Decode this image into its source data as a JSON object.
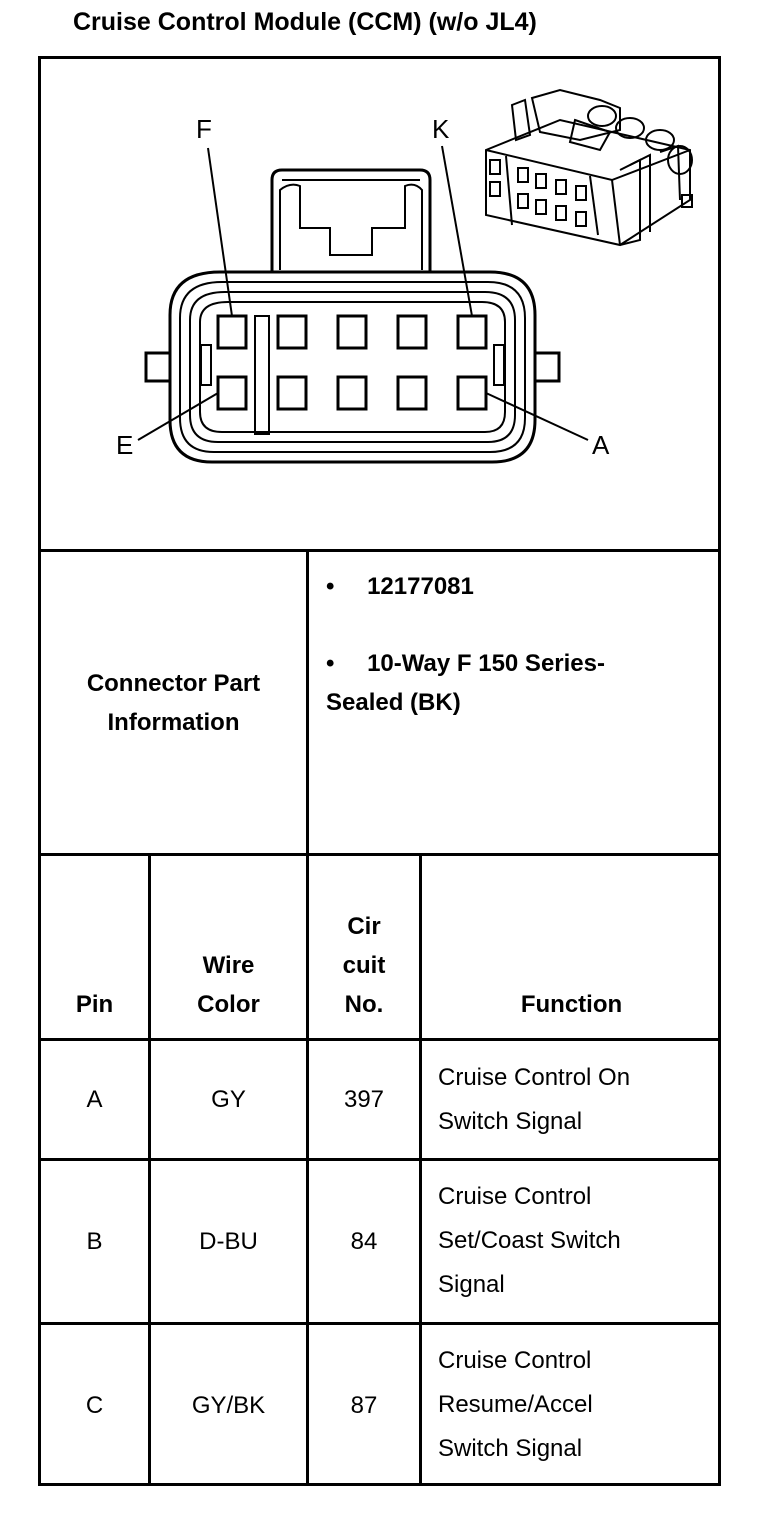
{
  "title": "Cruise Control Module (CCM) (w/o JL4)",
  "diagram": {
    "labels": {
      "f": "F",
      "k": "K",
      "e": "E",
      "a": "A"
    }
  },
  "connector_info": {
    "label_line1": "Connector Part",
    "label_line2": "Information",
    "bullet": "•",
    "part_number": "12177081",
    "desc_line1": "10-Way F 150 Series-",
    "desc_line2": "Sealed (BK)"
  },
  "table": {
    "headers": {
      "pin": "Pin",
      "wire_color": [
        "Wire",
        "Color"
      ],
      "circuit": [
        "Cir",
        "cuit",
        "No."
      ],
      "function": "Function"
    },
    "rows": [
      {
        "pin": "A",
        "wire": "GY",
        "circuit": "397",
        "function": [
          "Cruise Control On",
          "Switch Signal"
        ]
      },
      {
        "pin": "B",
        "wire": "D-BU",
        "circuit": "84",
        "function": [
          "Cruise Control",
          "Set/Coast Switch",
          "Signal"
        ]
      },
      {
        "pin": "C",
        "wire": "GY/BK",
        "circuit": "87",
        "function": [
          "Cruise Control",
          "Resume/Accel",
          "Switch Signal"
        ]
      }
    ]
  }
}
